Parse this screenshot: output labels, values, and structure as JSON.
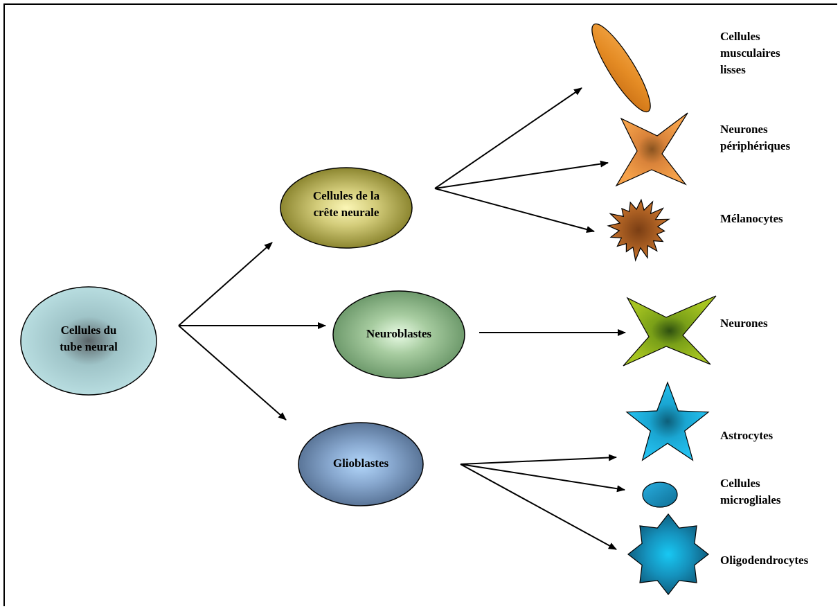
{
  "nodes": {
    "tube": "Cellules du\ntube neural",
    "crest": "Cellules de la\ncrête neurale",
    "neuroblasts": "Neuroblastes",
    "glioblasts": "Glioblastes"
  },
  "outcomes": {
    "smooth_muscle": "Cellules\nmusculaires\nlisses",
    "peripheral_neurons": "Neurones\npériphériques",
    "melanocytes": "Mélanocytes",
    "neurons": "Neurones",
    "astrocytes": "Astrocytes",
    "microglia": "Cellules\nmicrogliales",
    "oligodendrocytes": "Oligodendrocytes"
  },
  "colors": {
    "tube_fill": "#b8dde0",
    "crest_fill": "#8c8630",
    "neuroblast_fill": "#6e9a6c",
    "glioblast_fill": "#5a7598",
    "muscle": "#e8952a",
    "peripheral": "#ef9a3a",
    "melanocyte": "#b96525",
    "neuron": "#93b51a",
    "astrocyte": "#1bb6e8",
    "microglia": "#1796c6",
    "oligo": "#1795c0"
  }
}
